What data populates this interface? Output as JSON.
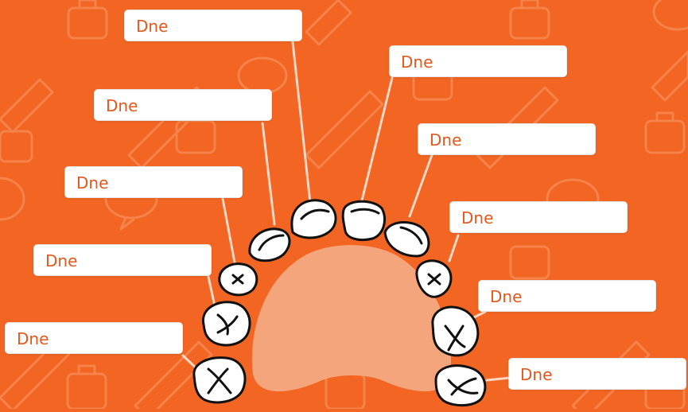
{
  "colors": {
    "background": "#f26522",
    "pattern": "#f5834a",
    "palate": "#f5a57c",
    "connector": "#fbd7c4",
    "label_text": "#e05a1f",
    "tooth_fill": "#ffffff",
    "tooth_outline": "#111111"
  },
  "labels": [
    {
      "text": "Dne"
    },
    {
      "text": "Dne"
    },
    {
      "text": "Dne"
    },
    {
      "text": "Dne"
    },
    {
      "text": "Dne"
    },
    {
      "text": "Dne"
    },
    {
      "text": "Dne"
    },
    {
      "text": "Dne"
    },
    {
      "text": "Dne"
    },
    {
      "text": "Dne"
    }
  ]
}
